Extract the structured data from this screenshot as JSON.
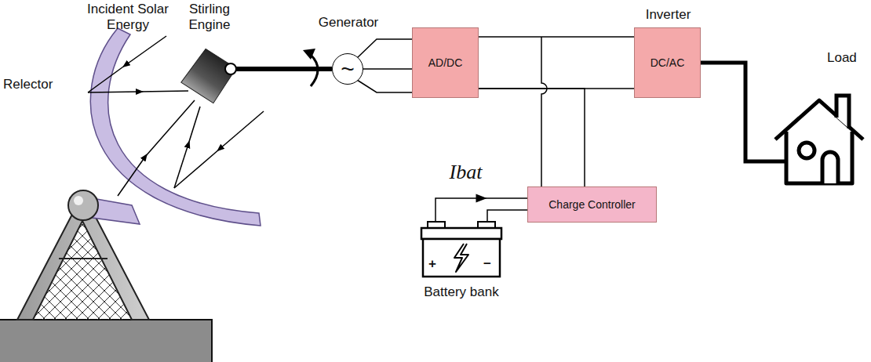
{
  "diagram": {
    "nodes": [
      {
        "text": [
          "Stirling Engine"
        ]
      },
      {
        "text": [
          "Generator",
          "~"
        ]
      },
      {
        "text": [
          "AD/DC"
        ]
      },
      {
        "text": [
          "Inverter",
          "DC/AC"
        ]
      },
      {
        "text": [
          "Charge Controller"
        ]
      },
      {
        "text": [
          "+",
          "−",
          "Battery bank"
        ]
      },
      {
        "text": [
          "Load"
        ]
      }
    ],
    "edges": [
      {
        "from": 0,
        "to": 1,
        "arrow": "none"
      },
      {
        "from": 1,
        "to": 2,
        "arrow": "none"
      },
      {
        "from": 2,
        "to": 3,
        "arrow": "none"
      },
      {
        "from": 2,
        "to": 4,
        "arrow": "none"
      },
      {
        "from": 5,
        "to": 4,
        "label": "Ibat",
        "arrow": "to"
      },
      {
        "from": 3,
        "to": 6,
        "arrow": "none"
      }
    ],
    "labels": [
      "Incident Solar Energy",
      "Relector"
    ]
  }
}
